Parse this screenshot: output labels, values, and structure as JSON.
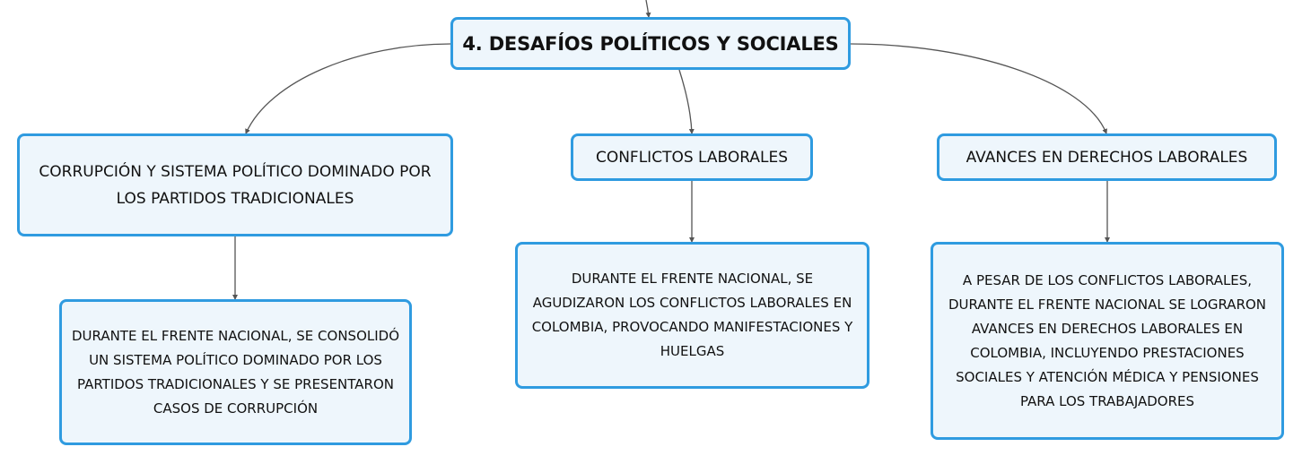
{
  "root": {
    "label": "4. DESAFÍOS POLÍTICOS Y SOCIALES"
  },
  "branches": [
    {
      "label": "CORRUPCIÓN Y SISTEMA POLÍTICO DOMINADO POR LOS PARTIDOS TRADICIONALES",
      "detail": "DURANTE EL FRENTE NACIONAL, SE CONSOLIDÓ UN SISTEMA POLÍTICO DOMINADO POR LOS PARTIDOS TRADICIONALES Y SE PRESENTARON CASOS DE CORRUPCIÓN"
    },
    {
      "label": "CONFLICTOS LABORALES",
      "detail": "DURANTE EL FRENTE NACIONAL, SE AGUDIZARON LOS CONFLICTOS LABORALES EN COLOMBIA, PROVOCANDO MANIFESTACIONES Y HUELGAS"
    },
    {
      "label": "AVANCES EN DERECHOS LABORALES",
      "detail": "A PESAR DE LOS CONFLICTOS LABORALES, DURANTE EL FRENTE NACIONAL SE LOGRARON AVANCES EN DERECHOS LABORALES EN COLOMBIA, INCLUYENDO PRESTACIONES SOCIALES Y ATENCIÓN MÉDICA Y PENSIONES PARA LOS TRABAJADORES"
    }
  ],
  "colors": {
    "node_border": "#2f9be0",
    "node_fill": "#eef6fc",
    "connector": "#555555",
    "text": "#111111"
  }
}
